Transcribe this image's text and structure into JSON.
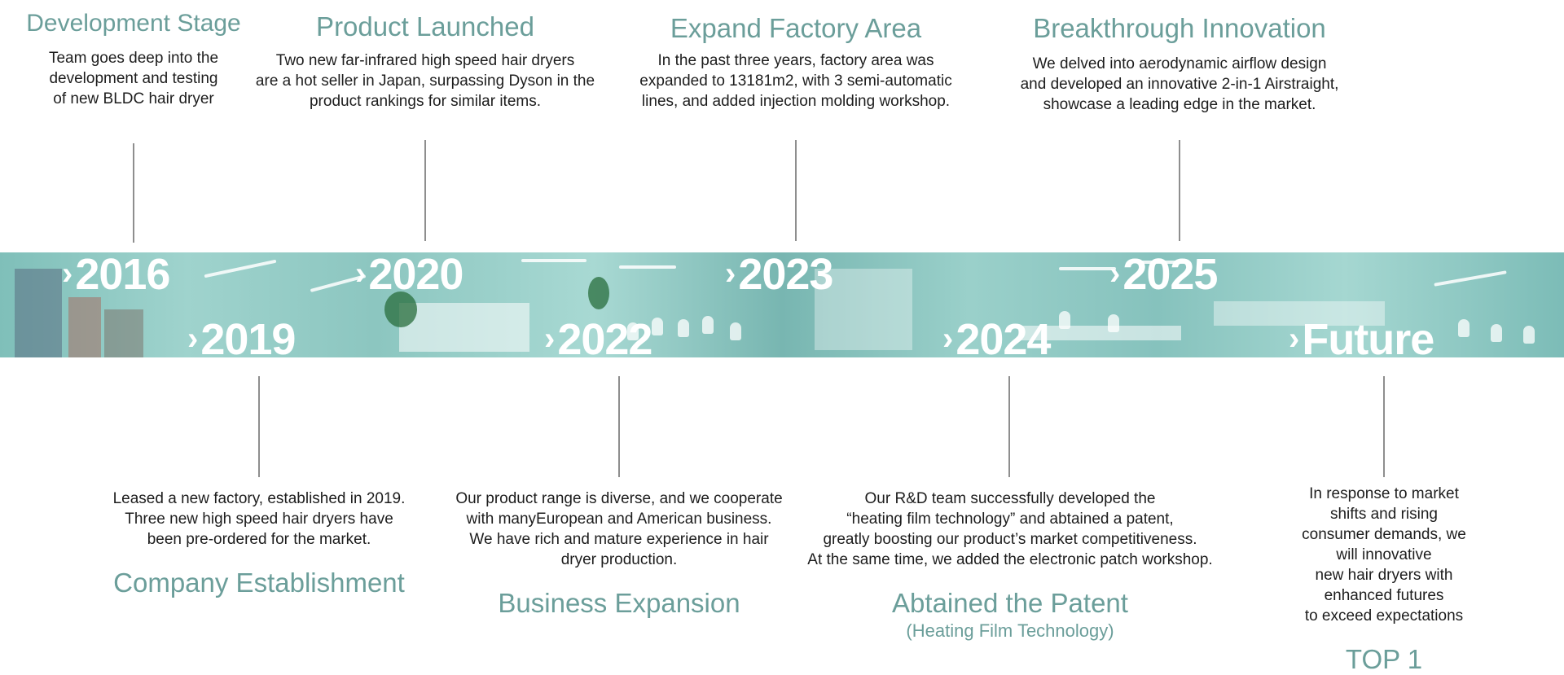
{
  "timeline": {
    "events": [
      {
        "year": "2016",
        "title": "Development Stage",
        "description": "Team goes deep into the\ndevelopment and testing\nof new  BLDC hair dryer"
      },
      {
        "year": "2019",
        "title": "Company Establishment",
        "description": "Leased a new factory, established in 2019.\nThree new high speed hair dryers have\nbeen pre-ordered for the market."
      },
      {
        "year": "2020",
        "title": "Product Launched",
        "description": "Two new far-infrared high speed hair dryers\nare a hot seller in Japan, surpassing Dyson in the\nproduct rankings for similar items."
      },
      {
        "year": "2022",
        "title": "Business Expansion",
        "description": "Our product range is diverse, and we cooperate\nwith manyEuropean and American business.\nWe have rich and mature experience in hair\ndryer production."
      },
      {
        "year": "2023",
        "title": "Expand Factory Area",
        "description": "In the past three years, factory area was\nexpanded to 13181m2, with 3 semi-automatic\nlines, and added injection molding workshop."
      },
      {
        "year": "2024",
        "title": "Abtained the Patent",
        "subtitle": "(Heating Film Technology)",
        "description": "Our R&D team successfully developed the\n“heating film technology” and abtained a patent,\ngreatly boosting our product’s market competitiveness.\nAt the same time, we added the electronic patch workshop."
      },
      {
        "year": "2025",
        "title": "Breakthrough Innovation",
        "description": "We delved into aerodynamic airflow design\nand developed an innovative 2-in-1 Airstraight,\nshowcase a leading edge in the market."
      },
      {
        "year": "Future",
        "title": "TOP 1",
        "description": "In response to market shifts and rising\nconsumer demands, we will innovative\nnew hair dryers with enhanced futures\nto exceed expectations"
      }
    ],
    "chevron": "›"
  },
  "colors": {
    "title": "#6b9e9a",
    "text": "#1d1d1d",
    "connector": "#8e8e8e",
    "year": "#ffffff"
  }
}
